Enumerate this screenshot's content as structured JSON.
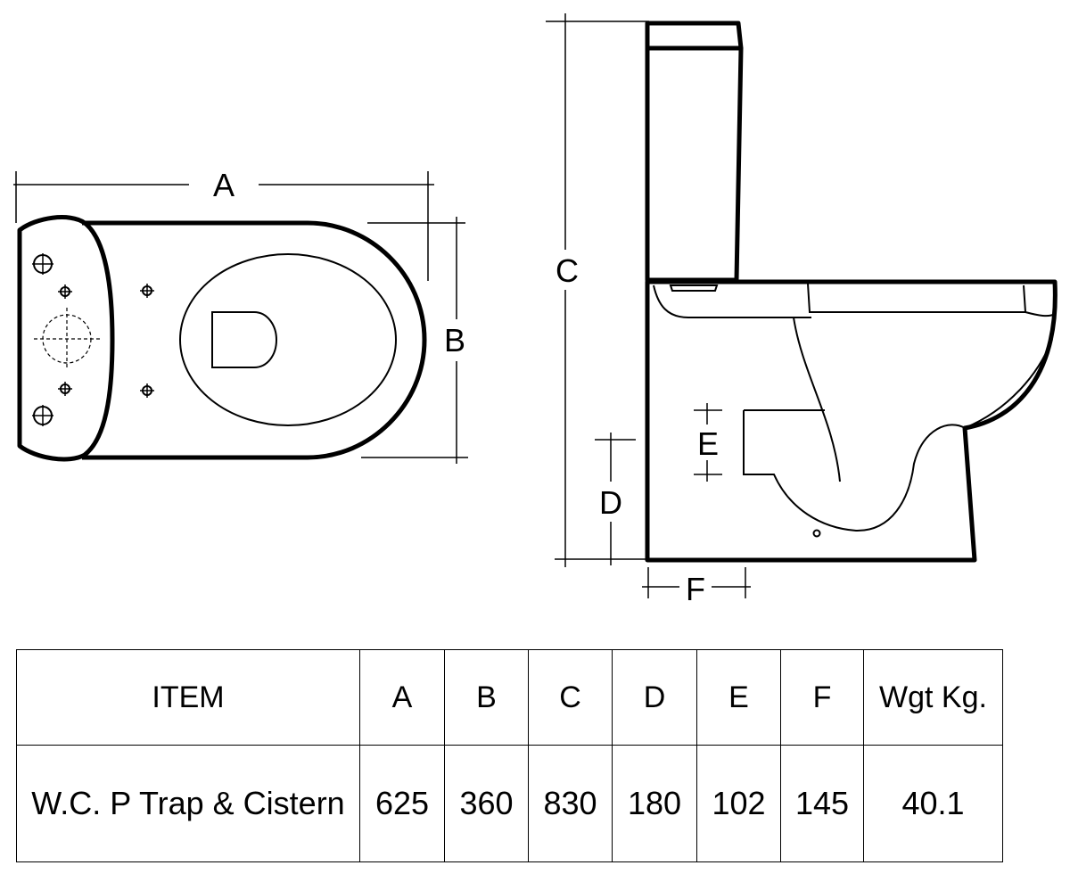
{
  "drawing": {
    "labels": {
      "a": "A",
      "b": "B",
      "c": "C",
      "d": "D",
      "e": "E",
      "f": "F"
    }
  },
  "table": {
    "headers": {
      "item": "ITEM",
      "a": "A",
      "b": "B",
      "c": "C",
      "d": "D",
      "e": "E",
      "f": "F",
      "weight": "Wgt Kg."
    },
    "row": {
      "item": "W.C. P Trap & Cistern",
      "a": "625",
      "b": "360",
      "c": "830",
      "d": "180",
      "e": "102",
      "f": "145",
      "weight": "40.1"
    }
  }
}
